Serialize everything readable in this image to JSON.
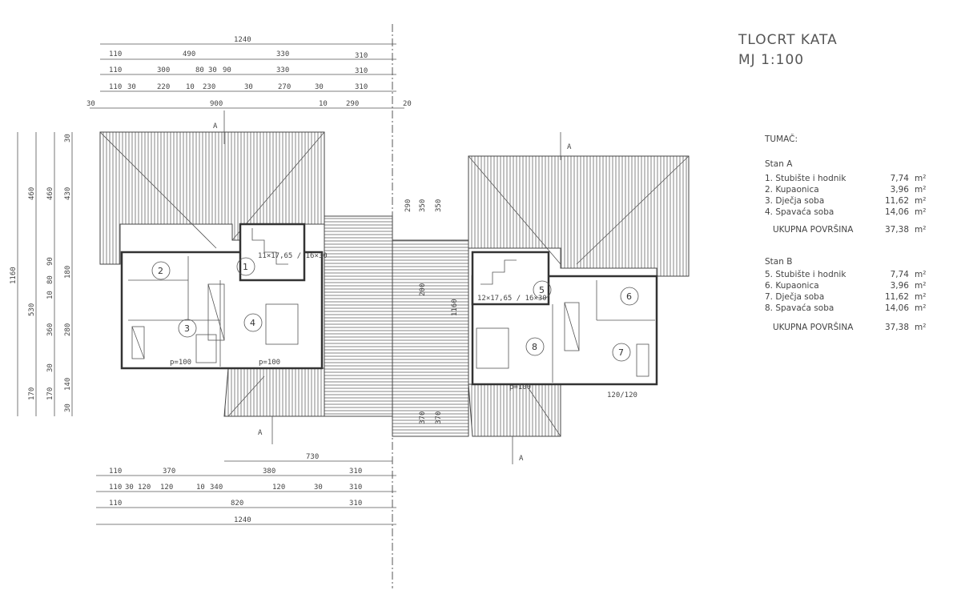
{
  "title": {
    "line1": "TLOCRT KATA",
    "line2": "MJ 1:100"
  },
  "legend": {
    "heading": "TUMAČ:",
    "unit": "m²",
    "units": [
      {
        "name": "Stan A",
        "rooms": [
          {
            "label": "1. Stubište i hodnik",
            "area": "7,74"
          },
          {
            "label": "2. Kupaonica",
            "area": "3,96"
          },
          {
            "label": "3. Dječja soba",
            "area": "11,62"
          },
          {
            "label": "4. Spavaća soba",
            "area": "14,06"
          }
        ],
        "total_label": "UKUPNA POVRŠINA",
        "total": "37,38"
      },
      {
        "name": "Stan B",
        "rooms": [
          {
            "label": "5. Stubište i hodnik",
            "area": "7,74"
          },
          {
            "label": "6. Kupaonica",
            "area": "3,96"
          },
          {
            "label": "7. Dječja soba",
            "area": "11,62"
          },
          {
            "label": "8. Spavaća soba",
            "area": "14,06"
          }
        ],
        "total_label": "UKUPNA POVRŠINA",
        "total": "37,38"
      }
    ]
  },
  "room_numbers": [
    "1",
    "2",
    "3",
    "4",
    "5",
    "6",
    "7",
    "8"
  ],
  "section_marks": [
    "A",
    "A",
    "A",
    "A"
  ],
  "top_dims": {
    "r1": [
      "1240"
    ],
    "r2": [
      "110",
      "490",
      "330",
      "310"
    ],
    "r3": [
      "110",
      "300",
      "80",
      "30",
      "90",
      "330",
      "310"
    ],
    "r4": [
      "110",
      "30",
      "220",
      "10",
      "230",
      "30",
      "270",
      "30",
      "310"
    ],
    "r5": [
      "30",
      "900",
      "10",
      "290",
      "20"
    ]
  },
  "bottom_dims": {
    "r1": [
      "730"
    ],
    "r2": [
      "110",
      "370",
      "380",
      "310"
    ],
    "r3": [
      "110",
      "30",
      "120",
      "120",
      "10",
      "340",
      "120",
      "30",
      "310"
    ],
    "r4": [
      "110",
      "820",
      "310"
    ],
    "r5": [
      "1240"
    ]
  },
  "left_dims": {
    "c1": [
      "1160"
    ],
    "c2": [
      "460",
      "530",
      "170"
    ],
    "c3": [
      "460",
      "90",
      "80",
      "10",
      "360",
      "30",
      "170"
    ],
    "c4": [
      "30",
      "430",
      "180",
      "280",
      "140",
      "30"
    ]
  },
  "middle_dims": [
    "290",
    "350",
    "350",
    "200",
    "1160",
    "370",
    "370"
  ],
  "small_labels": {
    "door_a": "p=100",
    "door_b": "p=100",
    "win": "120/120",
    "stair_a": "11×17,65 / 16×30",
    "stair_b": "12×17,65 / 16×30"
  }
}
